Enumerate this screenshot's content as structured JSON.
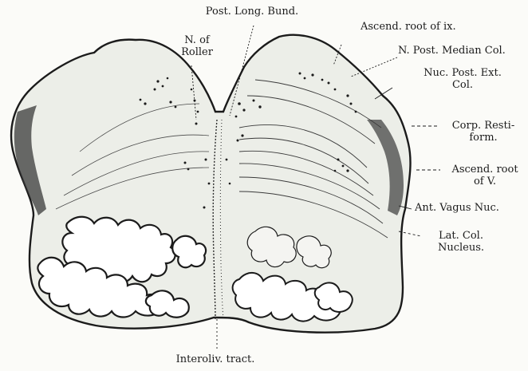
{
  "labels": {
    "post_long_bund": "Post. Long. Bund.",
    "ascend_root_ix": "Ascend. root of ix.",
    "n_of_roller": "N. of\nRoller",
    "n_post_median_col": "N. Post. Median Col.",
    "nuc_post_ext_col": "Nuc. Post. Ext.\nCol.",
    "corp_restiform": "Corp. Resti-\nform.",
    "ascend_root_v": "Ascend. root\nof V.",
    "ant_vagus_nuc": "Ant. Vagus Nuc.",
    "lat_col_nucleus": "Lat. Col.\nNucleus.",
    "interoliv_tract": "Interoliv. tract."
  },
  "colors": {
    "ink": "#1b1b1b",
    "tissue": "#eceee8",
    "background": "#fbfbf8"
  }
}
